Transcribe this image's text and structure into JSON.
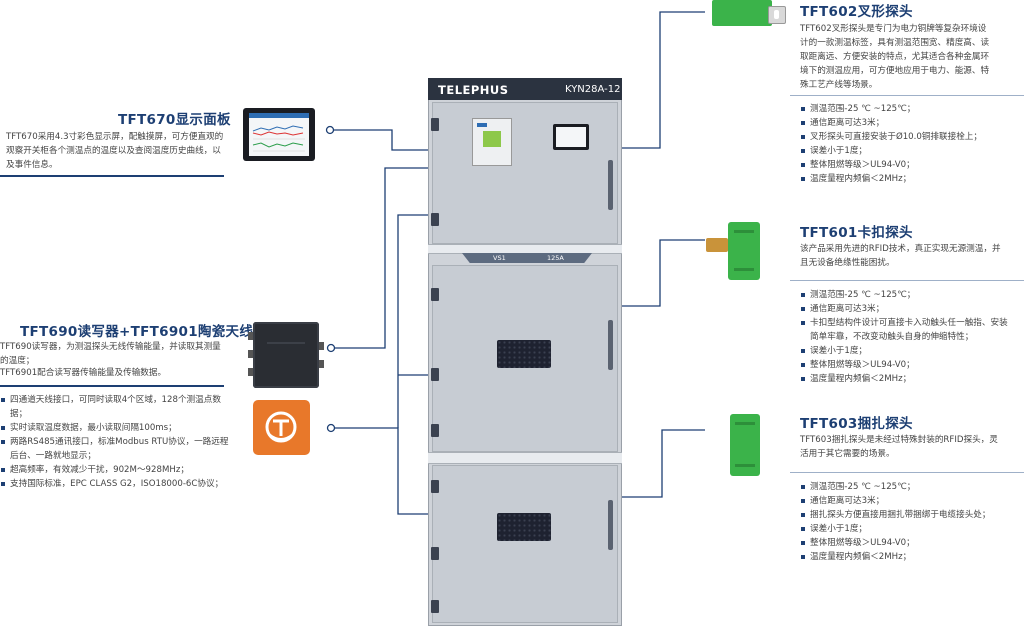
{
  "cabinet": {
    "brand": "TELEPHUS",
    "model": "KYN28A-12",
    "label_left": "VS1",
    "label_right": "125A"
  },
  "tft670": {
    "title": "TFT670显示面板",
    "desc": "TFT670采用4.3寸彩色显示屏，配触摸屏，可方便直观的观察开关柜各个测温点的温度以及查阅温度历史曲线，以及事件信息。"
  },
  "tft690": {
    "title": "TFT690读写器+TFT6901陶瓷天线",
    "desc1": "TFT690读写器，为测温探头无线传输能量，并读取其测量的温度；",
    "desc2": "TFT6901配合读写器传输能量及传输数据。",
    "bullets": [
      "四通道天线接口，可同时读取4个区域，128个测温点数据；",
      "实时读取温度数据，最小读取间隔100ms；",
      "两路RS485通讯接口，标准Modbus RTU协议，一路远程后台、一路就地显示；",
      "超高频率，有效减少干扰，902M～928MHz；",
      "支持国际标准，EPC CLASS G2，ISO18000-6C协议；"
    ]
  },
  "tft602": {
    "title": "TFT602叉形探头",
    "desc": "TFT602叉形探头是专门为电力铜牌等复杂环境设计的一款测温标签，具有测温范围宽、精度高、读取距离远、方便安装的特点，尤其适合各种金属环境下的测温应用，可方便地应用于电力、能源、特殊工艺产线等场景。",
    "bullets": [
      "测温范围-25 ℃ ~125℃；",
      "通信距离可达3米；",
      "叉形探头可直接安装于Ø10.0铜排联接栓上；",
      "误差小于1度；",
      "整体阻燃等级＞UL94-V0；",
      "温度量程内频偏＜2MHz；"
    ]
  },
  "tft601": {
    "title": "TFT601卡扣探头",
    "desc": "该产品采用先进的RFID技术，真正实现无源测温，并且无设备绝缘性能困扰。",
    "bullets": [
      "测温范围-25 ℃ ~125℃；",
      "通信距离可达3米；",
      "卡扣型结构件设计可直接卡入动触头任一触指、安装简单牢靠，不改变动触头自身的伸缩特性；",
      "误差小于1度；",
      "整体阻燃等级＞UL94-V0；",
      "温度量程内频偏＜2MHz；"
    ]
  },
  "tft603": {
    "title": "TFT603捆扎探头",
    "desc": "TFT603捆扎探头是未经过特殊封装的RFID探头，灵活用于其它需要的场景。",
    "bullets": [
      "测温范围-25 ℃ ~125℃；",
      "通信距离可达3米；",
      "捆扎探头方便直接用捆扎带捆绑于电缆接头处；",
      "误差小于1度；",
      "整体阻燃等级＞UL94-V0；",
      "温度量程内频偏＜2MHz；"
    ]
  },
  "colors": {
    "accent": "#1d3f73",
    "probe_green": "#3bb34a",
    "antenna_orange": "#e8782a"
  },
  "icons": {
    "antenna": "antenna-icon"
  }
}
